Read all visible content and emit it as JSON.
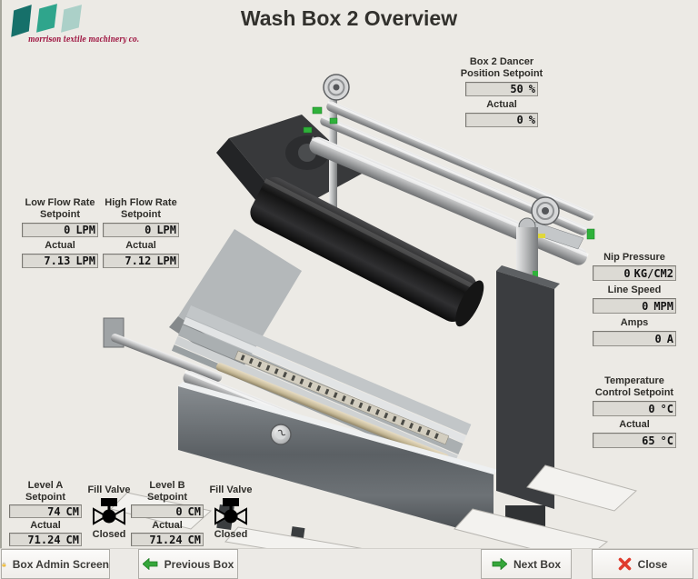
{
  "header": {
    "title": "Wash Box 2 Overview"
  },
  "logo": {
    "company": "morrison textile machinery co."
  },
  "dancer": {
    "title1": "Box 2 Dancer",
    "title2": "Position Setpoint",
    "setpoint": {
      "value": "50",
      "unit": "%"
    },
    "actual_label": "Actual",
    "actual": {
      "value": "0",
      "unit": "%"
    }
  },
  "flow": {
    "low": {
      "title1": "Low Flow Rate",
      "title2": "Setpoint",
      "setpoint": {
        "value": "0",
        "unit": "LPM"
      },
      "actual_label": "Actual",
      "actual": {
        "value": "7.13",
        "unit": "LPM"
      }
    },
    "high": {
      "title1": "High Flow Rate",
      "title2": "Setpoint",
      "setpoint": {
        "value": "0",
        "unit": "LPM"
      },
      "actual_label": "Actual",
      "actual": {
        "value": "7.12",
        "unit": "LPM"
      }
    }
  },
  "metrics": {
    "nip": {
      "label": "Nip Pressure",
      "value": "0",
      "unit": "KG/CM2"
    },
    "speed": {
      "label": "Line Speed",
      "value": "0",
      "unit": "MPM"
    },
    "amps": {
      "label": "Amps",
      "value": "0",
      "unit": "A"
    }
  },
  "temperature": {
    "title1": "Temperature",
    "title2": "Control Setpoint",
    "setpoint": {
      "value": "0",
      "unit": "°C"
    },
    "actual_label": "Actual",
    "actual": {
      "value": "65",
      "unit": "°C"
    }
  },
  "levels": {
    "a": {
      "title1": "Level A",
      "title2": "Setpoint",
      "setpoint": {
        "value": "74",
        "unit": "CM"
      },
      "actual_label": "Actual",
      "actual": {
        "value": "71.24",
        "unit": "CM"
      }
    },
    "b": {
      "title1": "Level B",
      "title2": "Setpoint",
      "setpoint": {
        "value": "0",
        "unit": "CM"
      },
      "actual_label": "Actual",
      "actual": {
        "value": "71.24",
        "unit": "CM"
      }
    },
    "valve_a": {
      "label": "Fill Valve",
      "state": "Closed"
    },
    "valve_b": {
      "label": "Fill Valve",
      "state": "Closed"
    }
  },
  "toolbar": {
    "admin": "Box Admin Screen",
    "previous": "Previous Box",
    "next": "Next Box",
    "close": "Close"
  },
  "colors": {
    "background": "#eceae5",
    "field_bg": "#dcdad4",
    "accent_green": "#35a63a",
    "close_red": "#df3c2e",
    "lock_gold": "#f2b92e",
    "logo_teal_dark": "#16706a",
    "logo_teal_mid": "#2fa58c",
    "logo_teal_light": "#abd0c8",
    "logo_text": "#a01944"
  }
}
